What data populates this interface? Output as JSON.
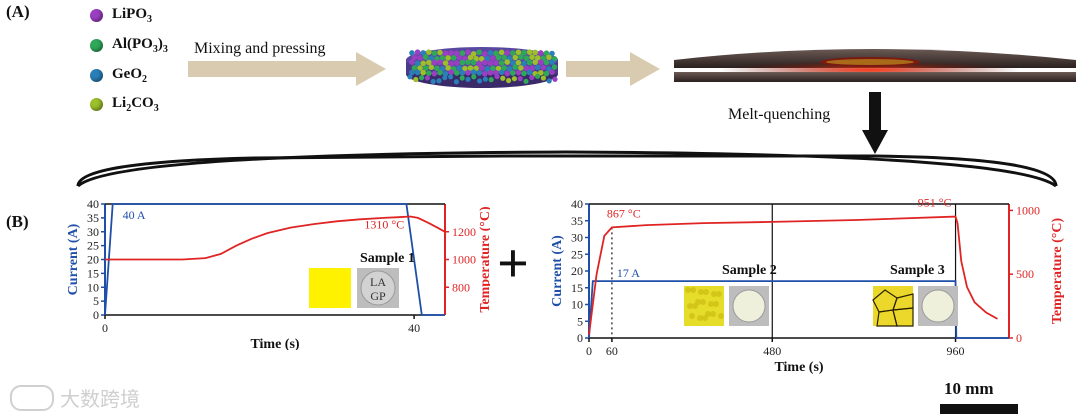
{
  "panel_a": {
    "label": "(A)",
    "reagents": [
      {
        "base": "LiPO",
        "sub": "3",
        "tail": "",
        "sub2": "",
        "color": "#9b3fc2"
      },
      {
        "base": "Al(PO",
        "sub": "3",
        "tail": ")",
        "sub2": "3",
        "color": "#2fa85a"
      },
      {
        "base": "GeO",
        "sub": "2",
        "tail": "",
        "sub2": "",
        "color": "#2a7fb8"
      },
      {
        "base": "Li",
        "sub": "2",
        "tail": "CO",
        "sub2": "3",
        "color": "#9cbf2a"
      }
    ],
    "step1": "Mixing and pressing",
    "step2": "Melt-quenching"
  },
  "panel_b": {
    "label": "(B)",
    "plus": "+",
    "scale_bar": "10 mm",
    "watermark": "大数跨境"
  },
  "chart_data": [
    {
      "type": "line",
      "xlabel": "Time (s)",
      "ylabel_left": "Current (A)",
      "ylabel_right": "Temperature (°C)",
      "xlim": [
        0,
        44
      ],
      "ylim_left": [
        0,
        40
      ],
      "ylim_right": [
        600,
        1400
      ],
      "x_ticks": [
        0,
        40
      ],
      "y_ticks_left": [
        0,
        5,
        10,
        15,
        20,
        25,
        30,
        35,
        40
      ],
      "y_ticks_right": [
        800,
        1000,
        1200
      ],
      "series": [
        {
          "axis": "left",
          "color": "#1f4fa8",
          "x": [
            0,
            1,
            39,
            41,
            44
          ],
          "y": [
            0,
            40,
            40,
            0,
            0
          ]
        },
        {
          "axis": "right",
          "color": "#e02424",
          "x": [
            0,
            10,
            13,
            15,
            17,
            19,
            21,
            24,
            27,
            30,
            33,
            36,
            38,
            39.5,
            40.5,
            42,
            43,
            44
          ],
          "y": [
            1000,
            1000,
            1010,
            1040,
            1100,
            1150,
            1190,
            1230,
            1255,
            1275,
            1290,
            1300,
            1305,
            1310,
            1300,
            1260,
            1230,
            1200
          ]
        }
      ],
      "annotations": [
        "40 A",
        "1310 °C",
        "Sample 1"
      ],
      "inset_text": "LA GP"
    },
    {
      "type": "line",
      "xlabel": "Time (s)",
      "ylabel_left": "Current (A)",
      "ylabel_right": "Temperature (°C)",
      "xlim": [
        0,
        1100
      ],
      "ylim_left": [
        0,
        40
      ],
      "ylim_right": [
        0,
        1050
      ],
      "x_ticks": [
        0,
        60,
        480,
        960
      ],
      "y_ticks_left": [
        0,
        5,
        10,
        15,
        20,
        25,
        30,
        35,
        40
      ],
      "y_ticks_right": [
        0,
        500,
        1000
      ],
      "series": [
        {
          "axis": "left",
          "color": "#1f4fa8",
          "x": [
            0,
            10,
            960,
            962,
            1100
          ],
          "y": [
            0,
            17,
            17,
            0,
            0
          ]
        },
        {
          "axis": "right",
          "color": "#e02424",
          "x": [
            0,
            20,
            40,
            60,
            150,
            300,
            480,
            700,
            960,
            965,
            975,
            990,
            1010,
            1040,
            1070
          ],
          "y": [
            25,
            500,
            800,
            867,
            885,
            900,
            910,
            925,
            951,
            900,
            600,
            400,
            280,
            200,
            150
          ]
        }
      ],
      "annotations": [
        "17 A",
        "867 °C",
        "951 °C",
        "Sample 2",
        "Sample 3"
      ],
      "dividers": [
        60,
        480,
        960
      ]
    }
  ]
}
